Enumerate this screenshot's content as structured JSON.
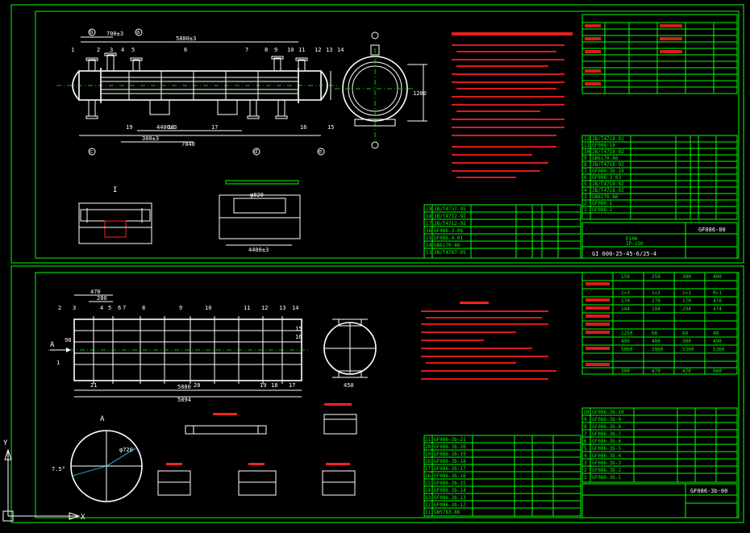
{
  "colors": {
    "background": "#000000",
    "frame": "#00ff00",
    "lines": "#ffffff",
    "notes": "#ff2020",
    "dims": "#22d3ff"
  },
  "sheet1": {
    "drawing_no": "GF086-00",
    "title_block": {
      "line1": "E100",
      "line2": "IP-150",
      "line3": "GI 600-25-45-6/25-4"
    },
    "top_labels": [
      "1",
      "2",
      "3",
      "4",
      "5",
      "6",
      "7",
      "8",
      "9",
      "10",
      "11",
      "12",
      "13",
      "14"
    ],
    "bottom_labels": [
      "19",
      "18",
      "17",
      "16",
      "15"
    ],
    "dims": {
      "d1": "700±3",
      "d2": "5880±3",
      "d3": "4400±3",
      "d4": "7040",
      "d5": "300±3",
      "d6": "1200",
      "d7": "4400±3",
      "d8": "φ820"
    },
    "detail_label": "I",
    "side_labels": [
      "b",
      "a",
      "c",
      "d",
      "e"
    ],
    "bom_rows": [
      {
        "no": "12",
        "code": "JB/T4718-92"
      },
      {
        "no": "11",
        "code": "GF086-18"
      },
      {
        "no": "10",
        "code": "JB/T4718-92"
      },
      {
        "no": "9",
        "code": "GB6170-86"
      },
      {
        "no": "8",
        "code": "JB/T4718-92"
      },
      {
        "no": "7",
        "code": "GF086-3b-10"
      },
      {
        "no": "6",
        "code": "GF086-3-03"
      },
      {
        "no": "5",
        "code": "JB/T4718-92"
      },
      {
        "no": "4",
        "code": "JB/T4718-92"
      },
      {
        "no": "3",
        "code": "GB6170-86"
      },
      {
        "no": "2",
        "code": "GF086-1"
      },
      {
        "no": "1",
        "code": "GF086-2"
      }
    ],
    "bom_rows_lower": [
      {
        "no": "19",
        "code": "JB/T4737-95"
      },
      {
        "no": "18",
        "code": "JB/T4712-92"
      },
      {
        "no": "17",
        "code": "JB/T4712-92"
      },
      {
        "no": "16",
        "code": "GF086-3-06"
      },
      {
        "no": "15",
        "code": "GF086-4-01"
      },
      {
        "no": "14",
        "code": "GB6170-86"
      },
      {
        "no": "13",
        "code": "JB/T4707-95"
      }
    ]
  },
  "sheet2": {
    "drawing_no": "GF086-3b-00",
    "top_labels": [
      "2",
      "3",
      "4",
      "5",
      "6",
      "7",
      "8",
      "9",
      "10",
      "11",
      "12",
      "13",
      "14",
      "15"
    ],
    "bottom_labels": [
      "21",
      "20",
      "19",
      "18",
      "17",
      "16",
      "1"
    ],
    "dims": {
      "d1": "470",
      "d2": "280",
      "d3": "98",
      "d4": "5880",
      "d5": "5894",
      "d6": "450",
      "d7": "φ720",
      "d8": "7.5°"
    },
    "arrow_label": "A",
    "view_label": "A",
    "bom_rows": [
      {
        "no": "10",
        "code": "GF086-3b-10"
      },
      {
        "no": "9",
        "code": "GF086-3b-9"
      },
      {
        "no": "8",
        "code": "GF086-3b-8"
      },
      {
        "no": "7",
        "code": "GF086-3b-7"
      },
      {
        "no": "6",
        "code": "GF086-3b-6"
      },
      {
        "no": "5",
        "code": "GF086-3b-5"
      },
      {
        "no": "4",
        "code": "GF086-3b-4"
      },
      {
        "no": "3",
        "code": "GF086-3b-3"
      },
      {
        "no": "2",
        "code": "GF086-3b-2"
      },
      {
        "no": "1",
        "code": "GF086-3b-1"
      }
    ],
    "bom_rows_lower": [
      {
        "no": "21",
        "code": "GF086-3b-21"
      },
      {
        "no": "20",
        "code": "GF086-3b-20"
      },
      {
        "no": "19",
        "code": "GF086-3b-19"
      },
      {
        "no": "18",
        "code": "GF086-3b-18"
      },
      {
        "no": "17",
        "code": "GF086-3b-17"
      },
      {
        "no": "16",
        "code": "GF086-3b-16"
      },
      {
        "no": "15",
        "code": "GF086-3b-15"
      },
      {
        "no": "14",
        "code": "GF086-3b-14"
      },
      {
        "no": "13",
        "code": "GF086-3b-13"
      },
      {
        "no": "12",
        "code": "GF086-3b-12"
      },
      {
        "no": "11",
        "code": "GB5783-86"
      }
    ],
    "spec_values": {
      "col_headers": [
        "150",
        "250",
        "300",
        "400"
      ],
      "row1": [
        "2×3",
        "1×2",
        "1×1",
        "0×1"
      ],
      "row2": [
        "170",
        "270",
        "170",
        "470"
      ],
      "row3": [
        "144",
        "194",
        "294",
        "474"
      ],
      "row4": [
        "490",
        "400",
        "300",
        "490"
      ],
      "row5": [
        "5960",
        "5960",
        "5360",
        "5360"
      ],
      "row6": [
        "1250",
        "66",
        "64",
        "40"
      ],
      "row7": [
        "300",
        "470",
        "470",
        "960"
      ]
    }
  },
  "axes": {
    "y": "Y",
    "x": "X"
  }
}
